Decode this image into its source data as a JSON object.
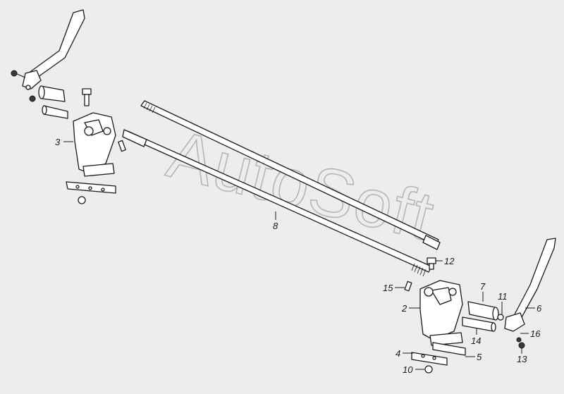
{
  "watermark": "AutoSoft",
  "colors": {
    "background": "#ededed",
    "line": "#1a1a1a",
    "watermark": "#b5b5b5"
  },
  "callouts": [
    {
      "id": "c2",
      "label": "2"
    },
    {
      "id": "c3",
      "label": "3"
    },
    {
      "id": "c4",
      "label": "4"
    },
    {
      "id": "c5",
      "label": "5"
    },
    {
      "id": "c6",
      "label": "6"
    },
    {
      "id": "c7",
      "label": "7"
    },
    {
      "id": "c8",
      "label": "8"
    },
    {
      "id": "c10",
      "label": "10"
    },
    {
      "id": "c11",
      "label": "11"
    },
    {
      "id": "c12",
      "label": "12"
    },
    {
      "id": "c13",
      "label": "13"
    },
    {
      "id": "c14",
      "label": "14"
    },
    {
      "id": "c15",
      "label": "15"
    },
    {
      "id": "c16",
      "label": "16"
    }
  ]
}
